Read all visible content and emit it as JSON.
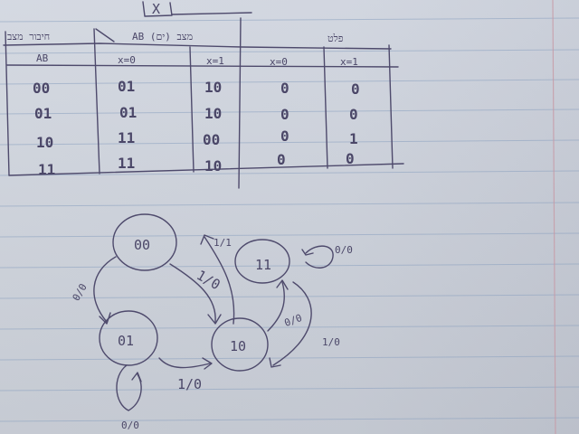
{
  "table": {
    "box_label": "X",
    "header_groups": [
      "חיבור מצב",
      "AB (ים) מצב",
      "פלט"
    ],
    "subheaders": [
      "AB",
      "x=0",
      "x=1",
      "x=0",
      "x=1"
    ],
    "rows": [
      [
        "00",
        "01",
        "10",
        "0",
        "0"
      ],
      [
        "01",
        "01",
        "10",
        "0",
        "0"
      ],
      [
        "10",
        "11",
        "00",
        "0",
        "1"
      ],
      [
        "11",
        "11",
        "10",
        "0",
        "0"
      ]
    ]
  },
  "diagram": {
    "states": [
      "00",
      "01",
      "10",
      "11"
    ],
    "transitions": [
      "0/0",
      "1/0",
      "1/1",
      "1/0",
      "0/0",
      "1/0",
      "0/0",
      "0/0"
    ],
    "notes": {
      "left_self": "0/0"
    }
  },
  "colors": {
    "ink": "#4e4a6c",
    "paper": "#cfd4de",
    "rule": "#8aa0bf",
    "margin": "#c79aa6"
  }
}
